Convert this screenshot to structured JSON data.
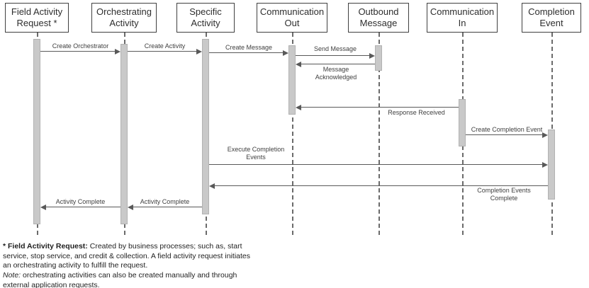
{
  "lifelines": [
    {
      "id": "field-activity-request",
      "label": "Field Activity Request *"
    },
    {
      "id": "orchestrating-activity",
      "label": "Orchestrating Activity"
    },
    {
      "id": "specific-activity",
      "label": "Specific Activity"
    },
    {
      "id": "communication-out",
      "label": "Communication Out"
    },
    {
      "id": "outbound-message",
      "label": "Outbound Message"
    },
    {
      "id": "communication-in",
      "label": "Communication In"
    },
    {
      "id": "completion-event",
      "label": "Completion Event"
    }
  ],
  "messages": [
    {
      "label": "Create Orchestrator",
      "from": "field-activity-request",
      "to": "orchestrating-activity"
    },
    {
      "label": "Create Activity",
      "from": "orchestrating-activity",
      "to": "specific-activity"
    },
    {
      "label": "Create Message",
      "from": "specific-activity",
      "to": "communication-out"
    },
    {
      "label": "Send Message",
      "from": "communication-out",
      "to": "outbound-message"
    },
    {
      "label": "Message Acknowledged",
      "from": "outbound-message",
      "to": "communication-out"
    },
    {
      "label": "Response Received",
      "from": "communication-in",
      "to": "communication-out"
    },
    {
      "label": "Create Completion Event",
      "from": "communication-in",
      "to": "completion-event"
    },
    {
      "label": "Execute Completion Events",
      "from": "specific-activity",
      "to": "completion-event"
    },
    {
      "label": "Completion Events Complete",
      "from": "completion-event",
      "to": "specific-activity"
    },
    {
      "label": "Activity Complete",
      "from": "specific-activity",
      "to": "orchestrating-activity"
    },
    {
      "label": "Activity Complete",
      "from": "orchestrating-activity",
      "to": "field-activity-request"
    }
  ],
  "footnote": {
    "lead": "* Field Activity Request:",
    "body": "Created by business processes; such as, start service, stop service, and credit & collection. A field activity request initiates an orchestrating activity to fulfill the request.",
    "note_lead": "Note:",
    "note_body": "orchestrating activities can also be created manually and through external application requests."
  },
  "colors": {
    "box_border": "#404040",
    "lifeline_dash": "#6b6b6b",
    "activation_fill": "#c9c9c9",
    "arrow": "#595959",
    "label_text": "#3f3f3f"
  }
}
